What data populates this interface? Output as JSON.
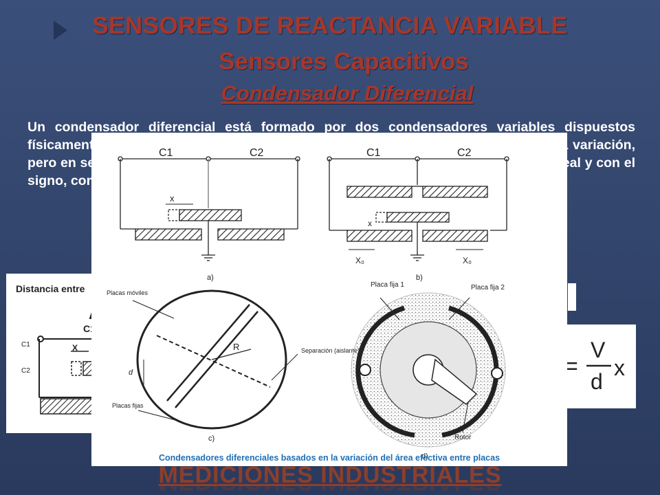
{
  "slide": {
    "title": "SENSORES DE REACTANCIA VARIABLE",
    "subtitle": "Sensores Capacitivos",
    "subsubtitle": "Condensador Diferencial",
    "body_text": "Un condensador diferencial está formado por dos condensadores variables dispuestos físicamente de tal modo que experimenten el mismo cambio de capacidad ante una variación, pero en sentidos opuestos. Mediante un circuito adecuado se consigue la salida lineal y con el signo, como en el caso de un c",
    "footer": "MEDICIONES INDUSTRIALES"
  },
  "left_panel": {
    "label_distance": "Distancia entre",
    "label_area": "Á",
    "label_c1_top": "C1",
    "label_c1": "C1",
    "label_c2": "C2",
    "label_x": "X"
  },
  "right_panel": {
    "formula_lhs": "=",
    "formula_numerator": "V",
    "formula_denominator": "d",
    "formula_var": "x"
  },
  "figure": {
    "caption": "Condensadores diferenciales basados en la variación del área efectiva entre placas",
    "a_c1": "C1",
    "a_c2": "C2",
    "a_x": "x",
    "a_label": "a)",
    "b_c1": "C1",
    "b_c2": "C2",
    "b_x": "x",
    "b_xo_left": "X₀",
    "b_xo_right": "X₀",
    "b_label": "b)",
    "c_placas_moviles": "Placas móviles",
    "c_R": "R",
    "c_d": "d",
    "c_separacion": "Separación (aislante)",
    "c_placas_fijas": "Placas fijas",
    "c_label": "c)",
    "d_placa_fija1": "Placa fija 1",
    "d_placa_fija2": "Placa fija 2",
    "d_rotor": "Rotor",
    "d_label": "d)"
  }
}
